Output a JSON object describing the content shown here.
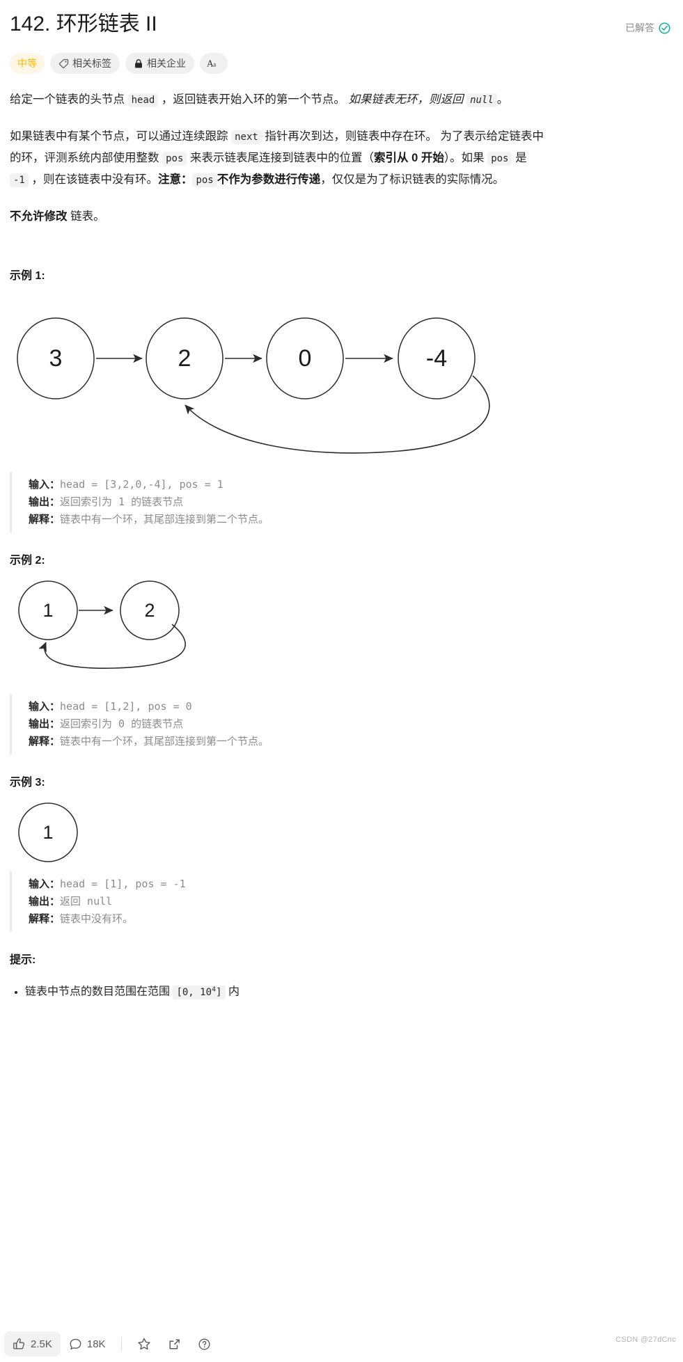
{
  "header": {
    "title": "142. 环形链表 II",
    "solved_label": "已解答",
    "solved_icon": "check-circle-icon",
    "solved_color": "#00af9b"
  },
  "tags": [
    {
      "label": "中等",
      "icon": null,
      "name": "difficulty-tag",
      "color": "#ffb800"
    },
    {
      "label": "相关标签",
      "icon": "tag-icon",
      "name": "related-topics-button"
    },
    {
      "label": "相关企业",
      "icon": "lock-icon",
      "name": "related-companies-button"
    },
    {
      "label": "Aa",
      "icon": "font-size-icon",
      "name": "font-size-button"
    }
  ],
  "description": {
    "p1_a": "给定一个链表的头节点 ",
    "p1_code1": "head",
    "p1_b": " ，返回链表开始入环的第一个节点。 ",
    "p1_em1": "如果链表无环，则返回 ",
    "p1_code2": "null",
    "p1_c": "。",
    "p2_a": "如果链表中有某个节点，可以通过连续跟踪 ",
    "p2_code1": "next",
    "p2_b": " 指针再次到达，则链表中存在环。 为了表示给定链表中的环，评测系统内部使用整数 ",
    "p2_code2": "pos",
    "p2_c": " 来表示链表尾连接到链表中的位置（",
    "p2_strong1": "索引从 0 开始",
    "p2_d": "）。如果 ",
    "p2_code3": "pos",
    "p2_e": " 是 ",
    "p2_code4": "-1",
    "p2_f": " ，则在该链表中没有环。",
    "p2_strong2": "注意：",
    "p2_code5": "pos",
    "p2_strong3": "不作为参数进行传递",
    "p2_g": "，仅仅是为了标识链表的实际情况。",
    "p3_strong": "不允许修改",
    "p3_rest": " 链表。"
  },
  "examples": [
    {
      "heading_label": "示例 1",
      "heading_colon": ":",
      "diagram": {
        "nodes": [
          "3",
          "2",
          "0",
          "-4"
        ],
        "cycle_from_index": 3,
        "cycle_to_index": 1
      },
      "input_label": "输入：",
      "input_value": "head = [3,2,0,-4], pos = 1",
      "output_label": "输出：",
      "output_value": "返回索引为 1 的链表节点",
      "explain_label": "解释：",
      "explain_value": "链表中有一个环，其尾部连接到第二个节点。"
    },
    {
      "heading_label": "示例 2",
      "heading_colon": ":",
      "diagram": {
        "nodes": [
          "1",
          "2"
        ],
        "cycle_from_index": 1,
        "cycle_to_index": 0
      },
      "input_label": "输入：",
      "input_value": "head = [1,2], pos = 0",
      "output_label": "输出：",
      "output_value": "返回索引为 0 的链表节点",
      "explain_label": "解释：",
      "explain_value": "链表中有一个环，其尾部连接到第一个节点。"
    },
    {
      "heading_label": "示例 3",
      "heading_colon": ":",
      "diagram": {
        "nodes": [
          "1"
        ],
        "cycle_from_index": -1,
        "cycle_to_index": -1
      },
      "input_label": "输入：",
      "input_value": "head = [1], pos = -1",
      "output_label": "输出：",
      "output_value": "返回 null",
      "explain_label": "解释：",
      "explain_value": "链表中没有环。"
    }
  ],
  "hints": {
    "heading": "提示:",
    "items": [
      {
        "pre": "链表中节点的数目范围在范围 ",
        "code_pre": "[0, 10",
        "code_sup": "4",
        "code_post": "]",
        "post": " 内"
      }
    ]
  },
  "footer": {
    "like_count": "2.5K",
    "comment_count": "18K",
    "like_icon": "thumbs-up-icon",
    "comment_icon": "comment-icon",
    "star_icon": "star-icon",
    "share_icon": "share-icon",
    "help_icon": "question-circle-icon",
    "watermark": "CSDN @27dCnc"
  }
}
